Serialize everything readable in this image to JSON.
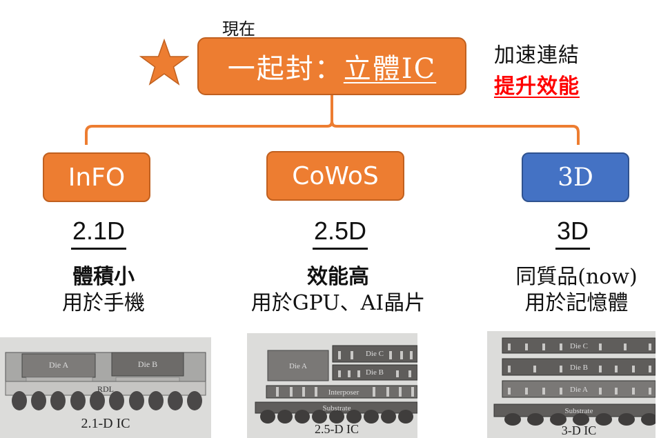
{
  "header": {
    "now_label": "現在",
    "root": {
      "prefix": "一起封：",
      "underlined": "立體IC"
    },
    "side_note": {
      "line1": "加速連結",
      "line2": "提升效能"
    }
  },
  "icons": {
    "star": "star-icon"
  },
  "colors": {
    "orange": "#ed7d31",
    "blue": "#4472c4",
    "accent_red": "#ff0000"
  },
  "branches": [
    {
      "label": "InFO",
      "dimension": "2.1D",
      "desc1": "體積小",
      "desc2": "用於手機",
      "figure": {
        "caption": "2.1-D IC",
        "labels": [
          "Die A",
          "Die B",
          "RDL"
        ]
      }
    },
    {
      "label": "CoWoS",
      "dimension": "2.5D",
      "desc1": "效能高",
      "desc2": "用於GPU、AI晶片",
      "figure": {
        "caption": "2.5-D IC",
        "labels": [
          "Die A",
          "Die C",
          "Die B",
          "Interposer",
          "Substrate"
        ]
      }
    },
    {
      "label": "3D",
      "dimension": "3D",
      "desc1": "同質品(now)",
      "desc2": "用於記憶體",
      "figure": {
        "caption": "3-D IC",
        "labels": [
          "Die C",
          "Die B",
          "Die A",
          "Substrate"
        ]
      }
    }
  ]
}
